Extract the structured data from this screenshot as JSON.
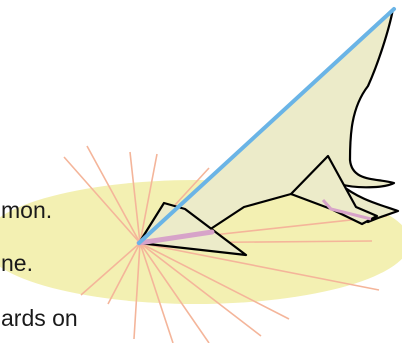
{
  "text_lines": [
    "mon.",
    "ne.",
    "ards on"
  ],
  "colors": {
    "ground_shadow": "#f3f0b2",
    "sun_rays": "#f4b59a",
    "gnomon_fill": "#ecebc9",
    "gnomon_edge": "#6ab4e6",
    "outline": "#000000",
    "shadow_lines": "#d7a3c9",
    "inner_shadow": "#c9c59c"
  }
}
